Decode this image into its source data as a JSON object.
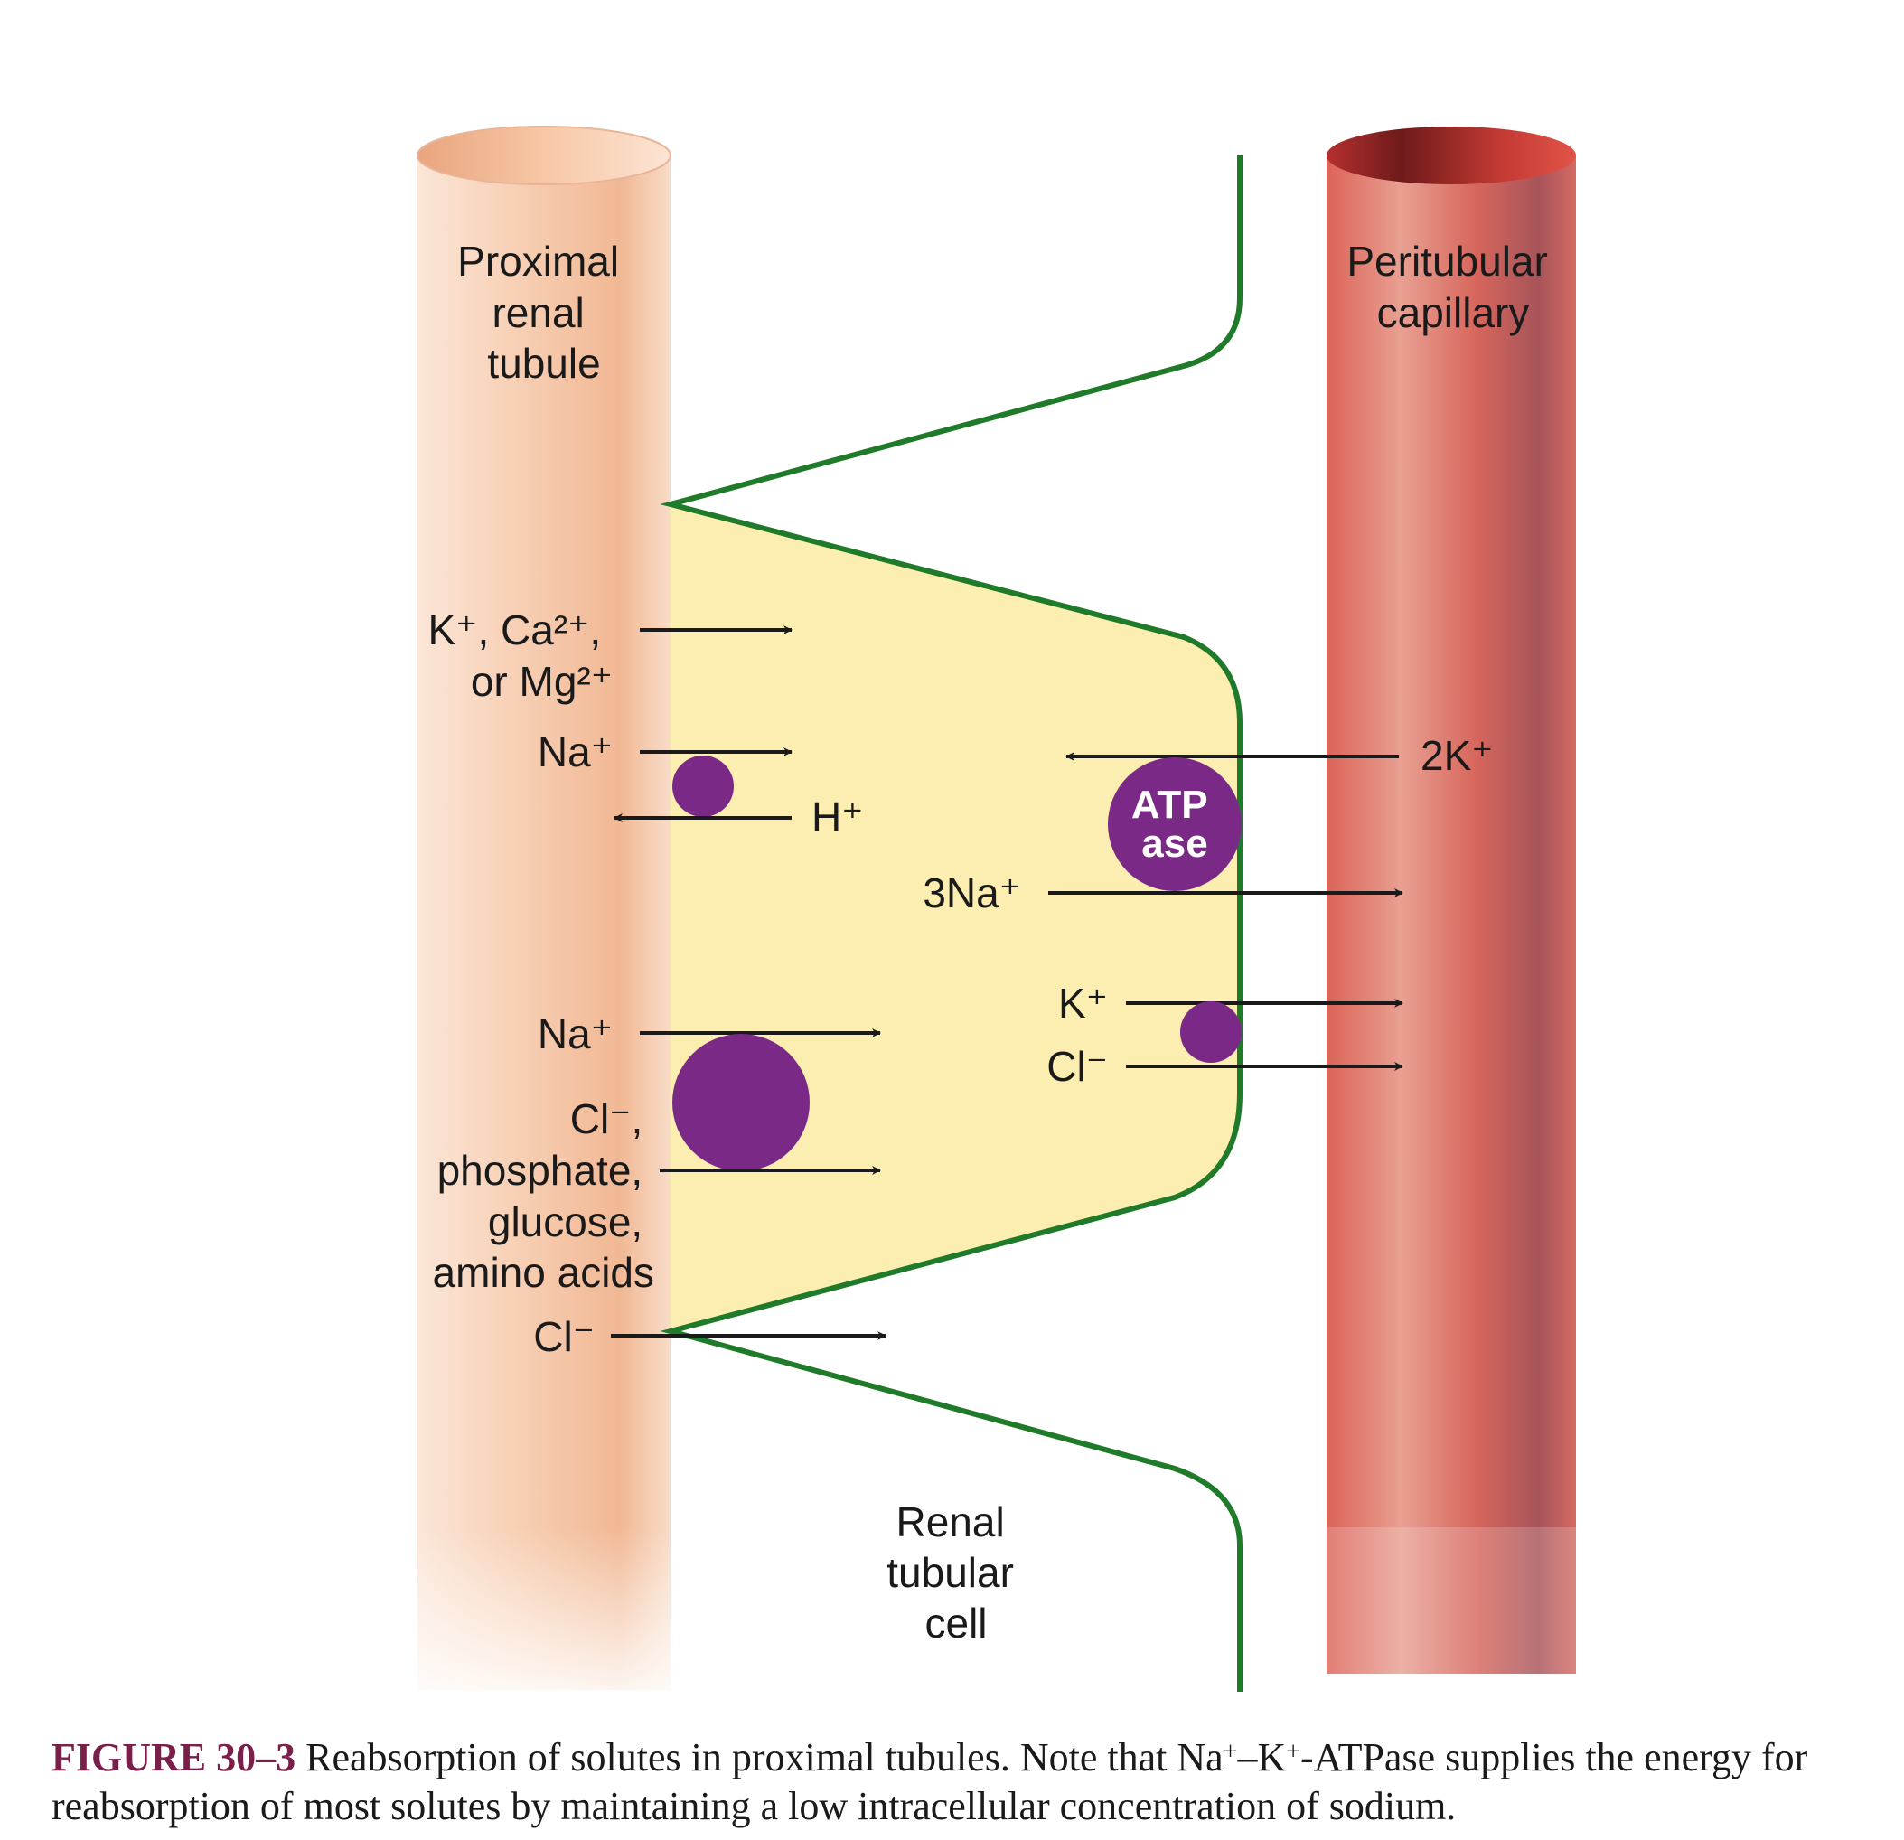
{
  "labels": {
    "proximal_tubule": [
      "Proximal",
      "renal",
      "tubule"
    ],
    "peritubular_capillary": [
      "Peritubular",
      "capillary"
    ],
    "renal_tubular_cell": [
      "Renal",
      "tubular",
      "cell"
    ]
  },
  "ions": {
    "k_ca_mg_line1": "K⁺, Ca²⁺,",
    "k_ca_mg_line2": "or Mg²⁺",
    "na_antiport": "Na⁺",
    "h_antiport": "H⁺",
    "na_symport": "Na⁺",
    "cl_symport_lines": [
      "Cl⁻,",
      "phosphate,",
      "glucose,",
      "amino acids"
    ],
    "cl_para": "Cl⁻",
    "two_k": "2K⁺",
    "three_na": "3Na⁺",
    "k_basal": "K⁺",
    "cl_basal": "Cl⁻"
  },
  "atpase": [
    "ATP",
    "ase"
  ],
  "caption": {
    "label": "FIGURE 30–3",
    "text_part1": " Reabsorption of solutes in proximal tubules. Note that Na",
    "sup1": "+",
    "text_part2": "–K",
    "sup2": "+",
    "text_part3": "-ATPase supplies the energy for reabsorption of most solutes by maintaining a low intracellular concentration of sodium."
  },
  "colors": {
    "tubule": "#f6c8a8",
    "capillary": "#d9574f",
    "cell": "#fbeeb0",
    "membrane": "#1f7a2a",
    "transporter": "#7a2a86",
    "caption_label": "#7a1f4a"
  }
}
